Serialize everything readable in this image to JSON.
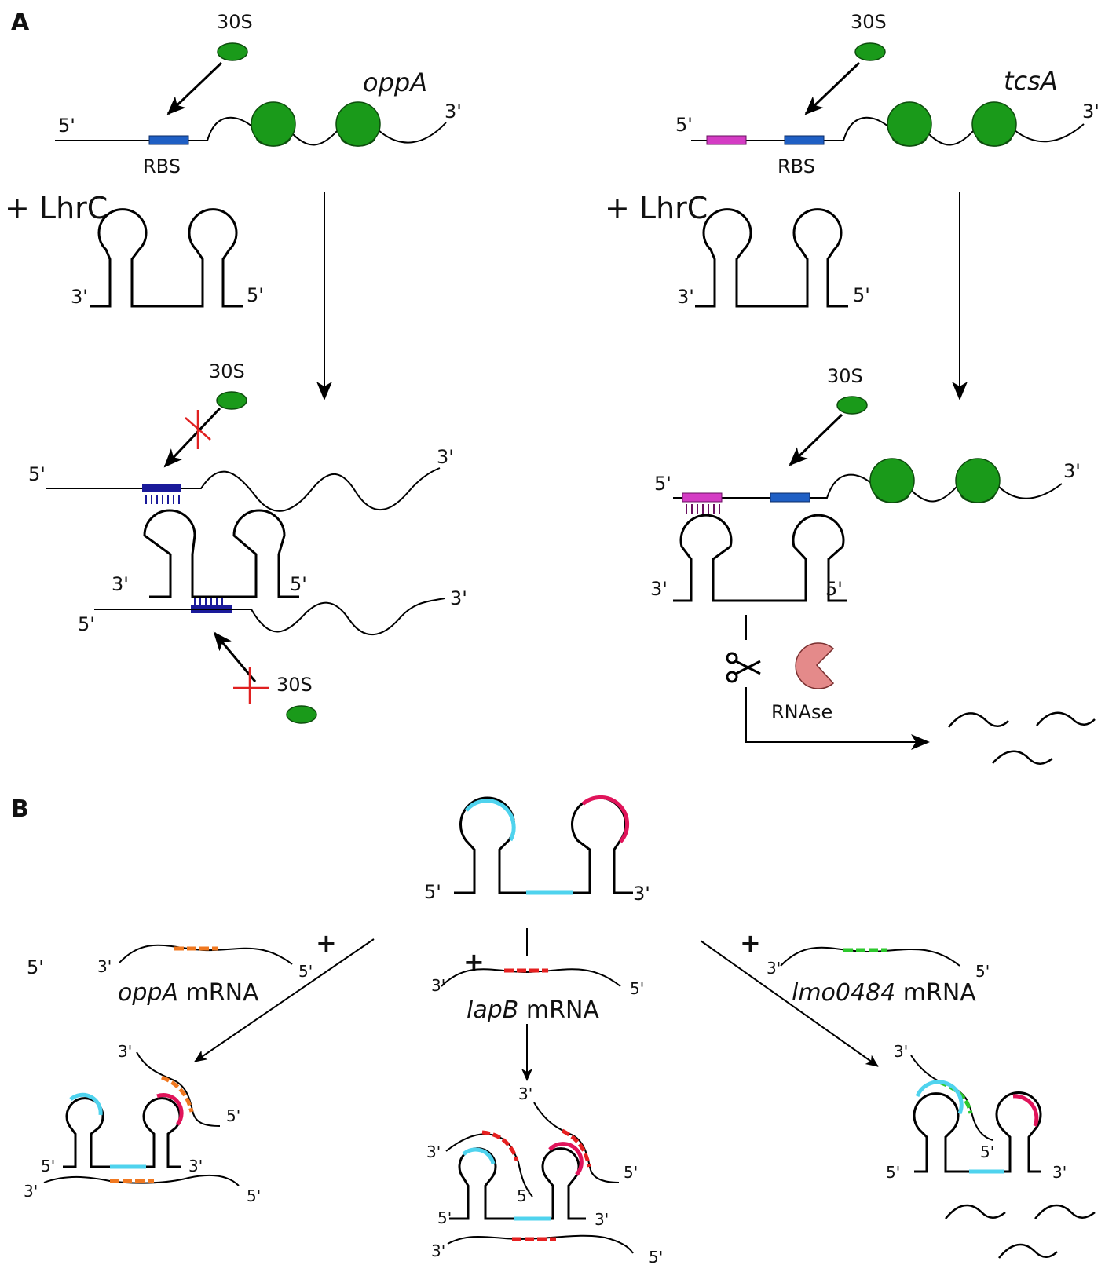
{
  "panel_a": {
    "label": "A",
    "oppa": {
      "gene": "oppA",
      "ribosome": "30S",
      "rbs": "RBS",
      "five": "5'",
      "three": "3'",
      "add_lhrc": "+ LhrC",
      "lhrc_three": "3'",
      "lhrc_five": "5'",
      "blocked_ribosome_top": "30S",
      "blocked_ribosome_bottom": "30S",
      "pair1_five": "5'",
      "pair1_three": "3'",
      "pair_lhrc_three": "3'",
      "pair_lhrc_five": "5'",
      "pair2_five": "5'",
      "pair2_three": "3'"
    },
    "tcsa": {
      "gene": "tcsA",
      "ribosome": "30S",
      "rbs": "RBS",
      "five": "5'",
      "three": "3'",
      "add_lhrc": "+ LhrC",
      "lhrc_three": "3'",
      "lhrc_five": "5'",
      "ribosome2": "30S",
      "pair_five": "5'",
      "pair_three": "3'",
      "pair_lhrc_three": "3'",
      "pair_lhrc_five": "5'",
      "rnase": "RNAse"
    },
    "colors": {
      "ribosome": "#1a9a1a",
      "rbs": "#1f5fc4",
      "rbs_bound": "#1a1a9a",
      "tcsa_site": "#d43cc4",
      "rnase": "#e48a8a",
      "block_x": "#e02020"
    }
  },
  "panel_b": {
    "label": "B",
    "lhrc_five": "5'",
    "lhrc_three": "3'",
    "stray_five": "5'",
    "oppa": {
      "plus": "+",
      "gene": "oppA",
      "suffix": " mRNA",
      "three": "3'",
      "five": "5'",
      "res_three_a": "3'",
      "res_five_a": "5'",
      "res_lhrc_five": "5'",
      "res_lhrc_three": "3'",
      "res_three_b": "3'",
      "res_five_b": "5'"
    },
    "lapb": {
      "plus": "+",
      "gene": "lapB",
      "suffix": " mRNA",
      "three": "3'",
      "five": "5'",
      "res_three_top": "3'",
      "res_three_left": "3'",
      "res_five_right": "5'",
      "res_five_mid": "5'",
      "res_lhrc_five": "5'",
      "res_lhrc_three": "3'",
      "res_three_b": "3'",
      "res_five_b": "5'"
    },
    "lmo": {
      "plus": "+",
      "gene": "lmo0484",
      "suffix": " mRNA",
      "three": "3'",
      "five": "5'",
      "res_three": "3'",
      "res_five_mid": "5'",
      "res_lhrc_five": "5'",
      "res_lhrc_three": "3'"
    },
    "colors": {
      "site_cyan": "#4fd3ee",
      "site_pink": "#e0145a",
      "oppa_site": "#f07820",
      "lapb_site": "#e62020",
      "lmo_site": "#2cc82c"
    }
  }
}
